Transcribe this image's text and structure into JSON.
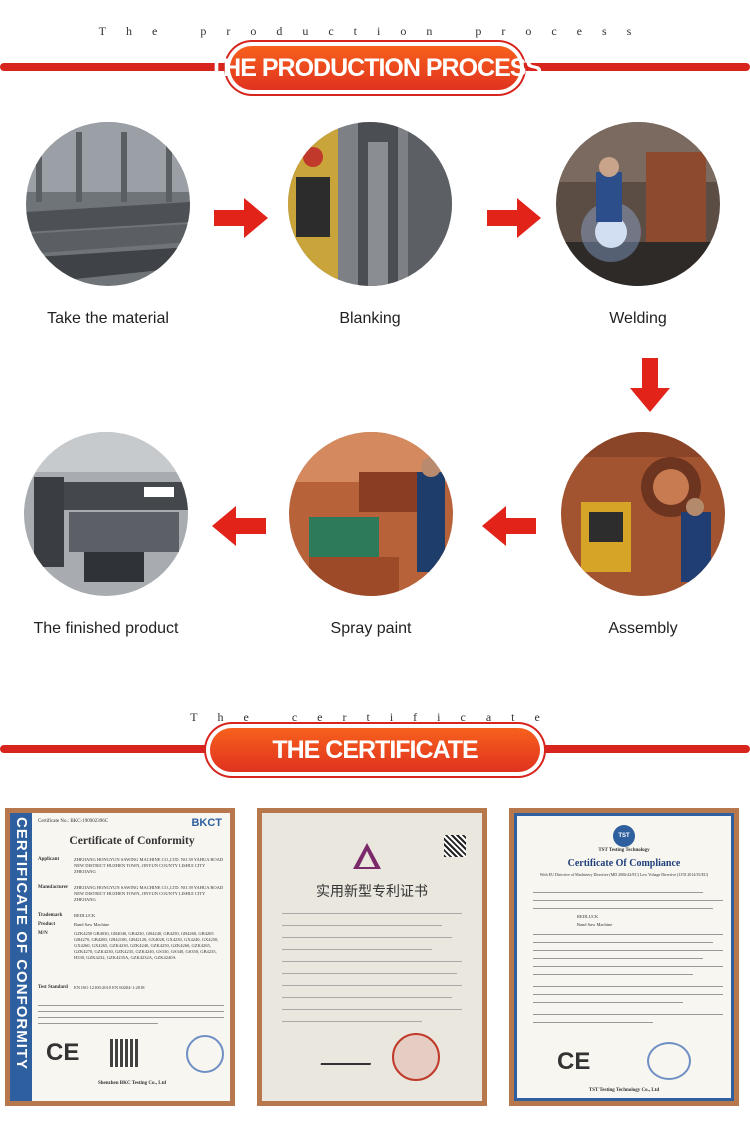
{
  "production": {
    "caption": "The production process",
    "banner": "THE PRODUCTION PROCESS",
    "steps": [
      {
        "label": "Take the material"
      },
      {
        "label": "Blanking"
      },
      {
        "label": "Welding"
      },
      {
        "label": "The finished product"
      },
      {
        "label": "Spray paint"
      },
      {
        "label": "Assembly"
      }
    ]
  },
  "certificate": {
    "caption": "The certificate",
    "banner": "THE CERTIFICATE",
    "cert1": {
      "side_text": "CERTIFICATE OF CONFORMITY",
      "number": "Certificate No.: BKC-190902396C",
      "logo": "BKCT",
      "title": "Certificate of Conformity",
      "applicant_label": "Applicant",
      "applicant": "ZHEJIANG HONGYUN SAWING MACHINE CO.,LTD. NO.39 YAHUA ROAD NEW DISTRICT HUZHEN TOWN, JINYUN COUNTY LISHUI CITY ZHEJIANG",
      "manufacturer_label": "Manufacturer",
      "manufacturer": "ZHEJIANG HONGYUN SAWING MACHINE CO.,LTD. NO.39 YAHUA ROAD NEW DISTRICT HUZHEN TOWN, JINYUN COUNTY LISHUI CITY ZHEJIANG",
      "trademark_label": "Trademark",
      "trademark": "REDLUCK",
      "product_label": "Product",
      "product": "Band Saw Machine",
      "mn_label": "M/N",
      "mn": "GZK4250 GB4030, GB4040, GB4230, GB4240, GB4250, GB4260, GB4265 GB4270, GB4280, GB42100, GB42120, GX4028, GX4230, GX4240, GX4250, GX4260, GX4265, GZK4230, GZK4240, GZK4250, GZK4260, GZK4265, GZK4270, GZK4230, GZK4235, GZK4240, GS330, GS340, GS350, GB4235, H330, GZK4232, GZK4235A, GZK4232A, GZK4240A",
      "standard_label": "Test Standard",
      "standard": "EN ISO 12100:2010 EN 60204-1:2018",
      "footer": "Shenzhen BKC Testing Co., Ltd",
      "ce": "CE"
    },
    "cert2": {
      "title": "实用新型专利证书"
    },
    "cert3": {
      "logo": "TST",
      "brand": "TST Testing Technology",
      "title": "Certificate Of Compliance",
      "subtitle": "With EU Directive of Machinery Directive (MD 2006/42/EC) Low Voltage Directive (LVD 2014/35/EU)",
      "product": "Band Saw Machine",
      "brand_name": "REDLUCK",
      "ce": "CE",
      "footer": "TST Testing Technology Co., Ltd"
    }
  },
  "colors": {
    "red": "#d7251e",
    "orange": "#f7611c"
  }
}
